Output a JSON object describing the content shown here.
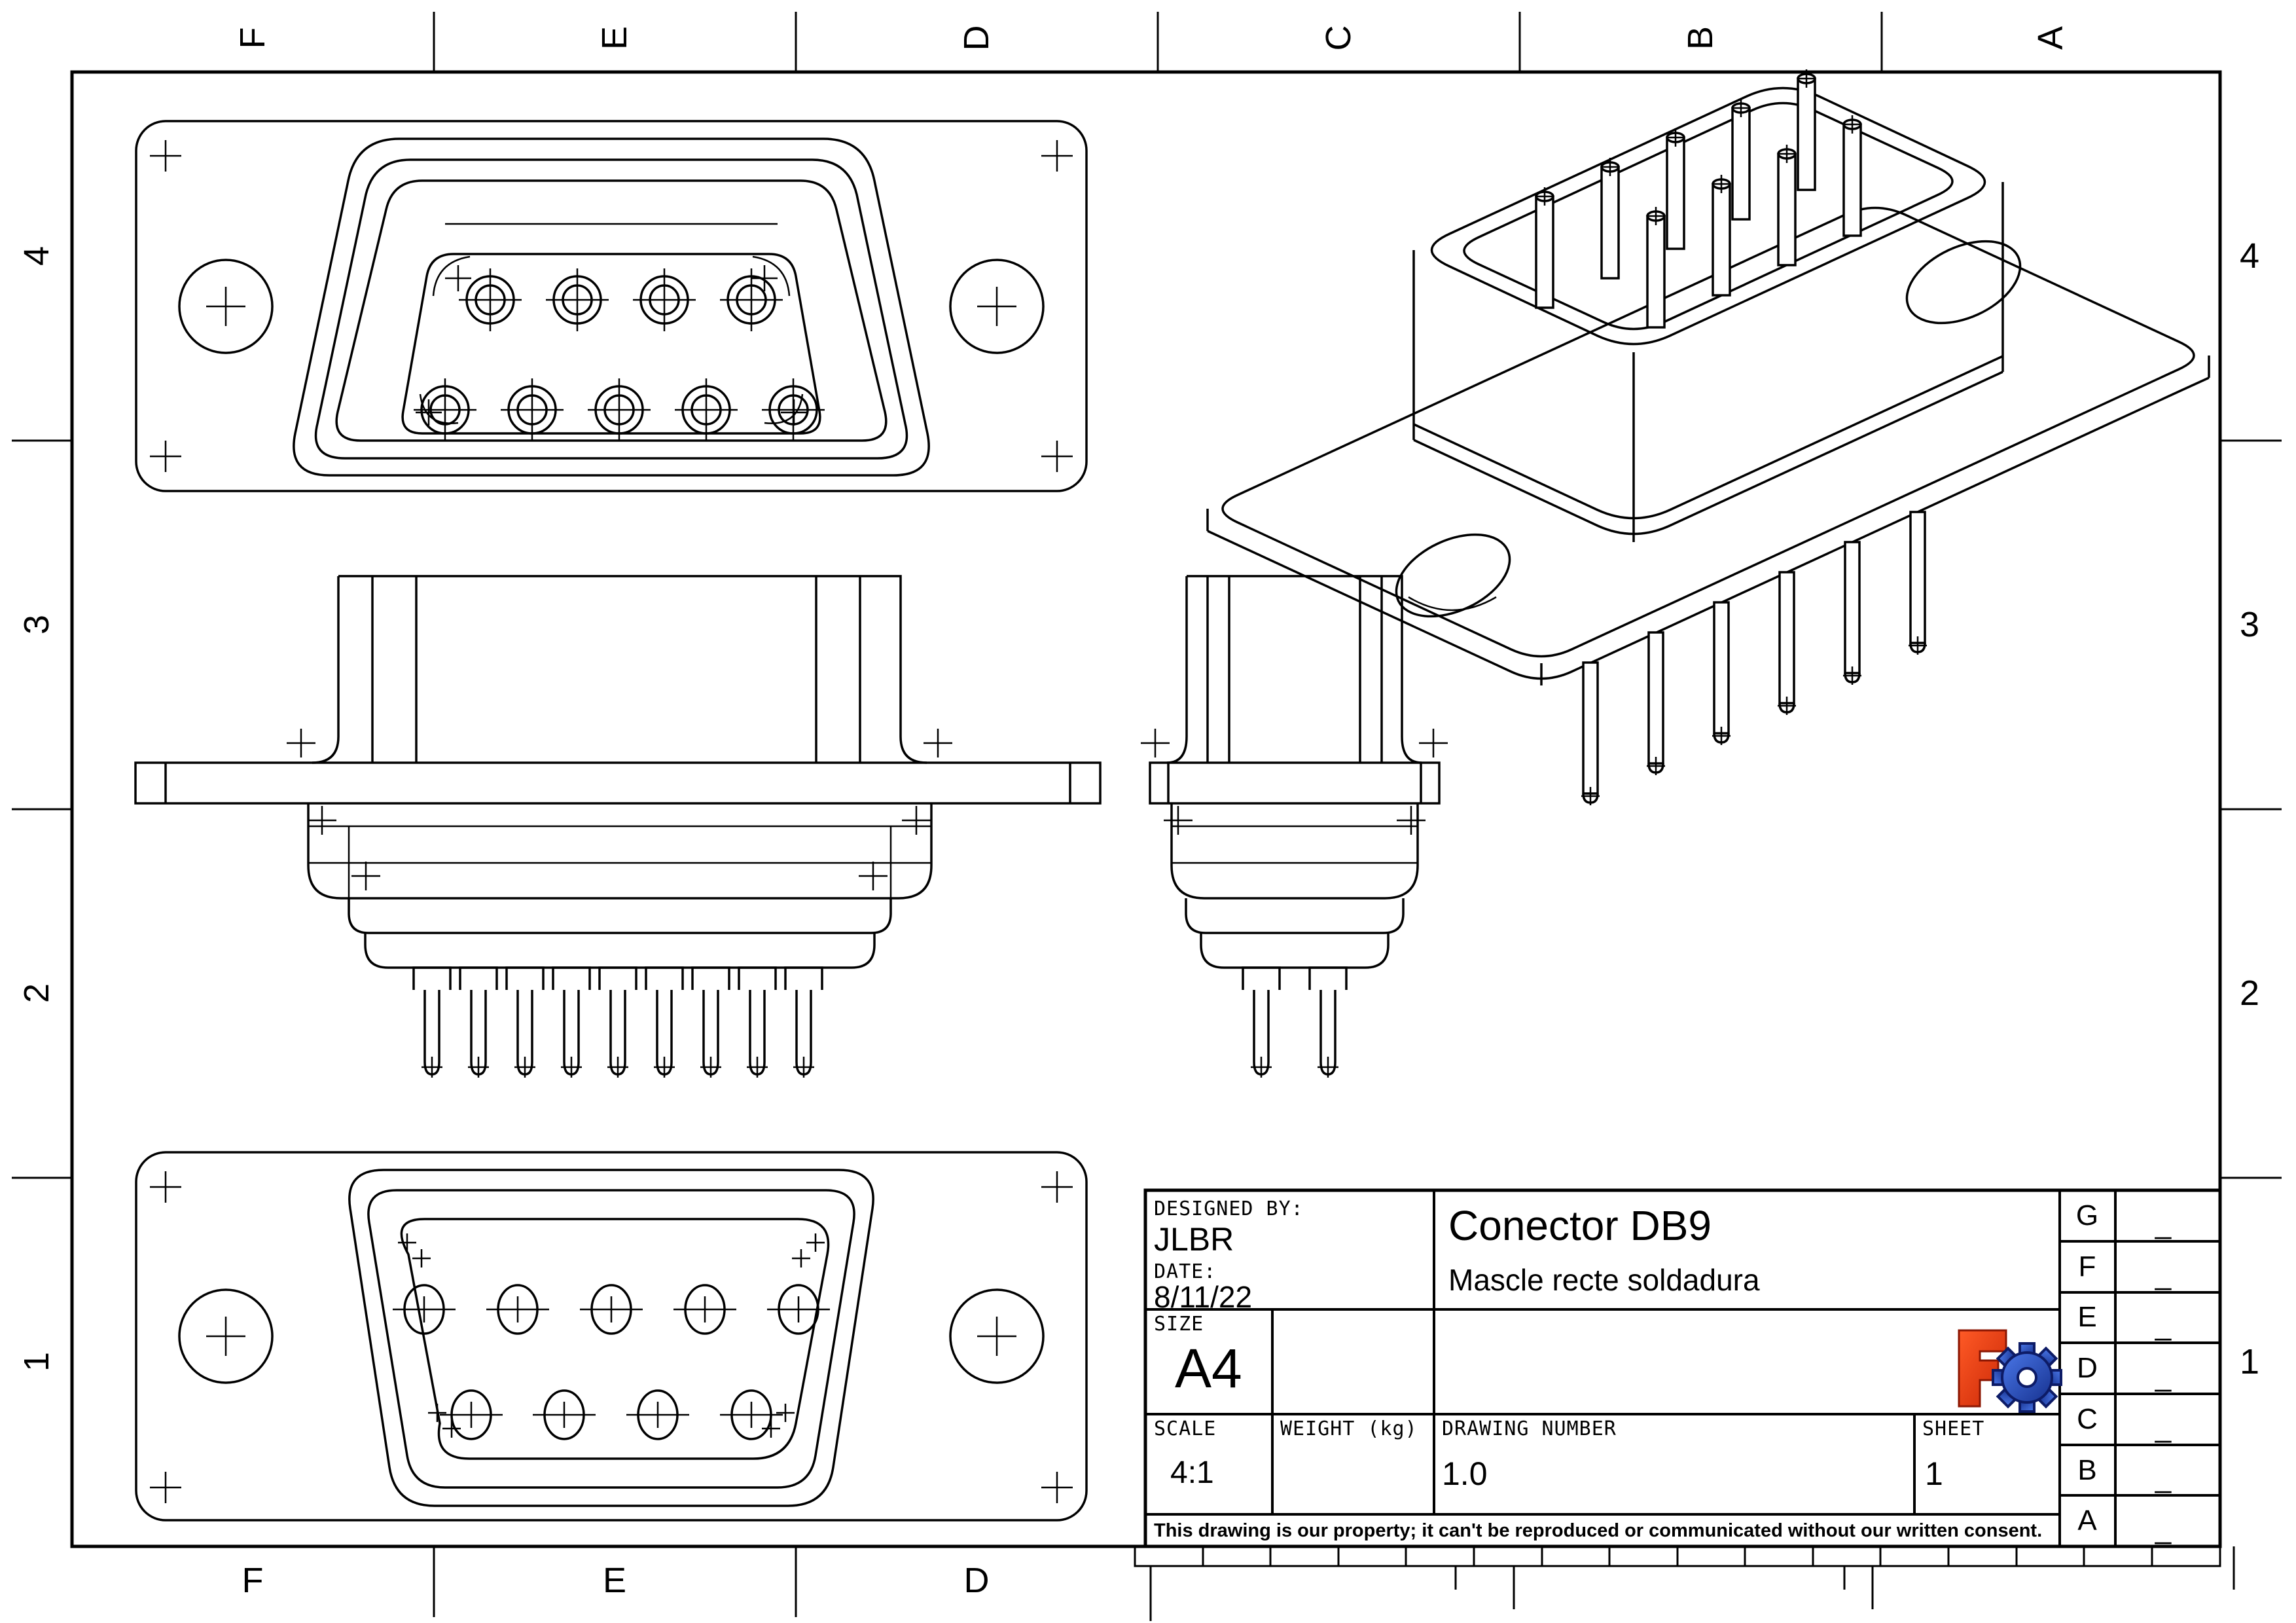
{
  "border": {
    "top_letters": [
      "F",
      "E",
      "D",
      "C",
      "B",
      "A"
    ],
    "bottom_letters": [
      "F",
      "E",
      "D"
    ],
    "left_numbers": [
      "4",
      "3",
      "2",
      "1"
    ],
    "right_numbers": [
      "4",
      "3",
      "2",
      "1"
    ]
  },
  "title_block": {
    "designed_by_label": "DESIGNED BY:",
    "designed_by": "JLBR",
    "date_label": "DATE:",
    "date": "8/11/22",
    "title": "Conector DB9",
    "subtitle": "Mascle recte soldadura",
    "size_label": "SIZE",
    "size": "A4",
    "scale_label": "SCALE",
    "scale": "4:1",
    "weight_label": "WEIGHT (kg)",
    "drawing_number_label": "DRAWING NUMBER",
    "drawing_number": "1.0",
    "sheet_label": "SHEET",
    "sheet": "1",
    "disclaimer": "This drawing is our property; it can't be reproduced or communicated without our written consent."
  },
  "revision_table": {
    "zones": [
      "G",
      "F",
      "E",
      "D",
      "C",
      "B",
      "A"
    ],
    "placeholder": "_"
  },
  "logo": {
    "name": "freecad-logo",
    "f_color": "#e8391b",
    "gear_color": "#2b51c9"
  }
}
